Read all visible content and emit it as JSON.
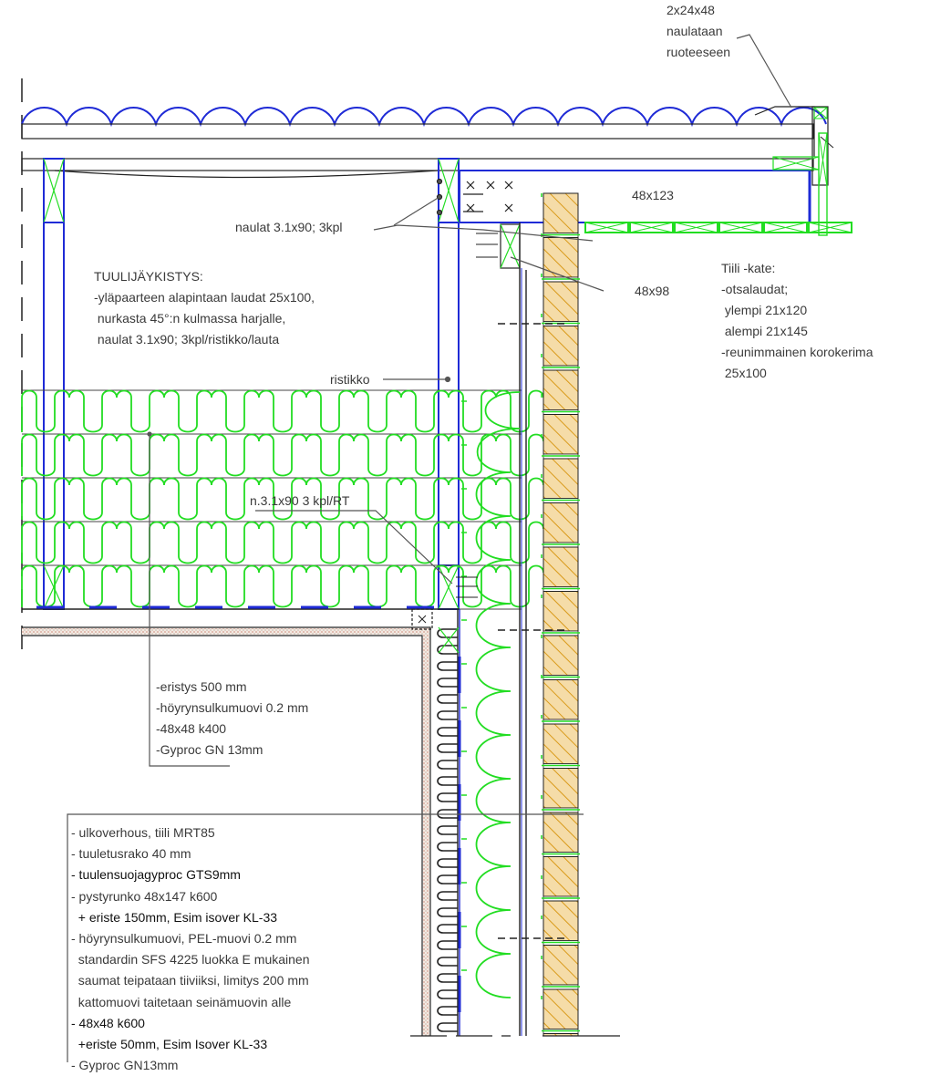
{
  "labels": {
    "top_nailing": [
      "2x24x48",
      "naulataan",
      "ruoteeseen"
    ],
    "rafter_size": "48x123",
    "nails": "naulat 3.1x90; 3kpl",
    "batten_size": "48x98",
    "truss": "ristikko",
    "truss_nails": "n.3.1x90 3 kpl/RT"
  },
  "wind_bracing": {
    "title": "TUULIJÄYKISTYS:",
    "lines": [
      "-yläpaarteen alapintaan laudat 25x100,",
      " nurkasta 45°:n kulmassa harjalle,",
      " naulat 3.1x90; 3kpl/ristikko/lauta"
    ]
  },
  "roof_notes": {
    "title": "Tiili -kate:",
    "lines": [
      "-otsalaudat;",
      " ylempi 21x120",
      " alempi 21x145",
      "-reunimmainen korokerima",
      " 25x100"
    ]
  },
  "ceiling_layers": [
    "-eristys 500 mm",
    "-höyrynsulkumuovi 0.2 mm",
    "-48x48 k400",
    "-Gyproc GN 13mm"
  ],
  "wall_layers": [
    "- ulkoverhous, tiili MRT85",
    "- tuuletusrako 40 mm",
    "- tuulensuojagyproc GTS9mm",
    "- pystyrunko 48x147 k600",
    "  + eriste 150mm, Esim isover KL-33",
    "- höyrynsulkumuovi, PEL-muovi 0.2 mm",
    "  standardin SFS 4225 luokka E mukainen",
    "  saumat teipataan tiiviiksi, limitys 200 mm",
    "  kattomuovi taitetaan seinämuovin alle",
    "- 48x48 k600",
    "  +eriste 50mm, Esim Isover KL-33",
    "- Gyproc GN13mm"
  ],
  "colors": {
    "outline": "#1a1a1a",
    "framing": "#1f2bd6",
    "insulation": "#22dd22",
    "brick_fill": "#f5dca8",
    "brick_hatch": "#d99a1a",
    "text": "#3a3a3a"
  }
}
